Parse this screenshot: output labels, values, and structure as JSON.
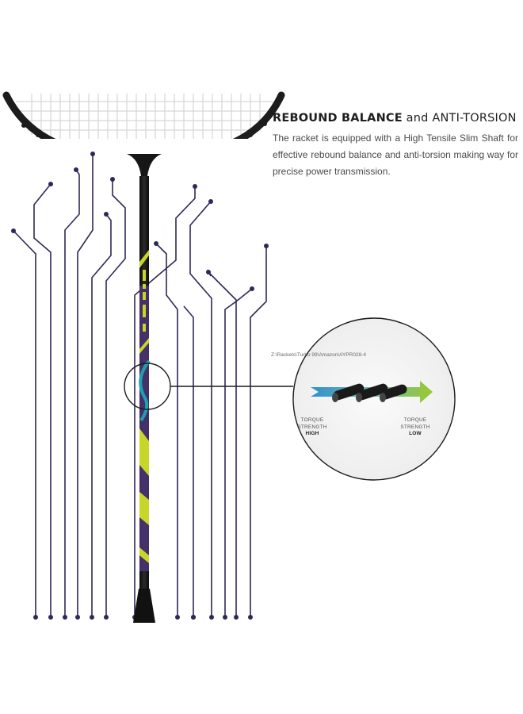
{
  "feature": {
    "title_bold": "REBOUND BALANCE",
    "title_rest": " and ANTI-TORSION",
    "description": "The racket is equipped with a High Tensile Slim Shaft for effective rebound balance and anti-torsion making way for precise power transmission."
  },
  "overlay": {
    "file_path": "Z:\\Rackets\\Turbo 99\\Amazon\\AYPR028-4"
  },
  "torque": {
    "high": {
      "label": "TORQUE STRENGTH",
      "level": "HIGH"
    },
    "low": {
      "label": "TORQUE STRENGTH",
      "level": "LOW"
    }
  },
  "colors": {
    "frame": "#1c1c1c",
    "circuit_lines": "#2e2857",
    "shaft_accent_yellow": "#c8d62a",
    "shaft_accent_purple": "#5a3d8a",
    "shaft_accent_teal": "#1e9fb3",
    "arrow_start": "#2f8fd0",
    "arrow_end": "#9ac92f",
    "zoom_circle_bg": "#f4f4f4"
  }
}
